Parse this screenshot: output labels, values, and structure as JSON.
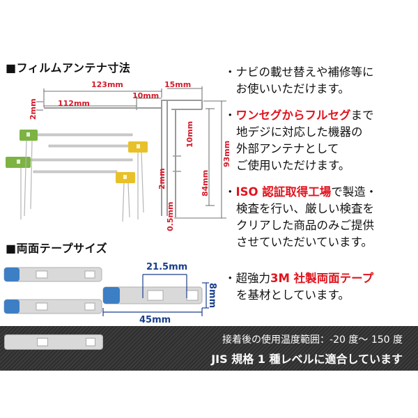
{
  "film_section": {
    "title": "■フィルムアンテナ寸法",
    "dims": {
      "d123": "123mm",
      "d112": "112mm",
      "d10": "10mm",
      "d15": "15mm",
      "d2a": "2mm",
      "d10v": "10mm",
      "d2b": "2mm",
      "d05": "0.5mm",
      "d84": "84mm",
      "d93": "93mm"
    }
  },
  "tape_section": {
    "title": "■両面テープサイズ",
    "dims": {
      "w215": "21.5mm",
      "h8": "8mm",
      "w45": "45mm"
    }
  },
  "bullets": [
    {
      "lines": [
        "・ナビの載せ替えや補修等に",
        "　お使いいただけます。"
      ]
    },
    {
      "red": "ワンセグからフルセグ",
      "after": "まで",
      "lines": [
        "地デジに対応した機器の",
        "外部アンテナとして",
        "ご使用いただけます。"
      ]
    },
    {
      "red": "ISO 認証取得工場",
      "after": "で製造・",
      "lines": [
        "検査を行い、厳しい検査を",
        "クリアした商品のみご提供",
        "させていただいています。"
      ]
    },
    {
      "before": "・超強力",
      "red": "3M 社製両面テープ",
      "lines": [
        "を基材としています。"
      ]
    }
  ],
  "bottom_bar": {
    "line1": "接着後の使用温度範囲：-20 度～ 150 度",
    "line2": "JIS 規格 1 種レベルに適合しています"
  },
  "colors": {
    "accent_red": "#e0141e",
    "dim_red": "#d51a2a",
    "green_connector": "#7cb342",
    "yellow_connector": "#e8c12a",
    "tape_blue": "#3d7fc4"
  }
}
